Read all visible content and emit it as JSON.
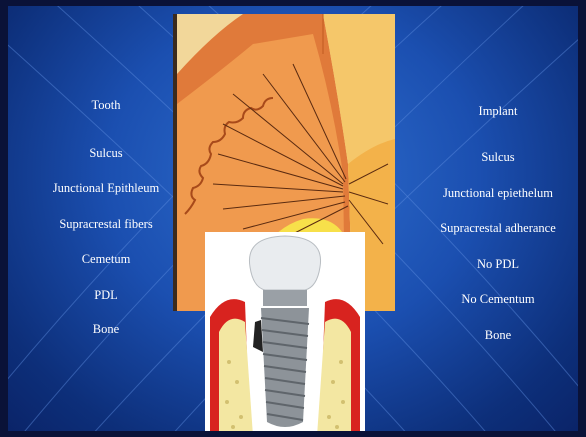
{
  "tooth": {
    "title": "Tooth",
    "items": [
      "Sulcus",
      "Junctional  Epithleum",
      "Supracrestal fibers",
      "Cemetum",
      "PDL",
      "Bone"
    ]
  },
  "implant": {
    "title": "Implant",
    "items": [
      "Sulcus",
      "Junctional epiethelum",
      "Supracrestal adherance",
      "No PDL",
      "No Cementum",
      "Bone"
    ]
  },
  "colors": {
    "background": "#1b4fb0",
    "text": "#ffffff",
    "gingiva": "#e07a3a",
    "gum_red": "#d8231f"
  }
}
